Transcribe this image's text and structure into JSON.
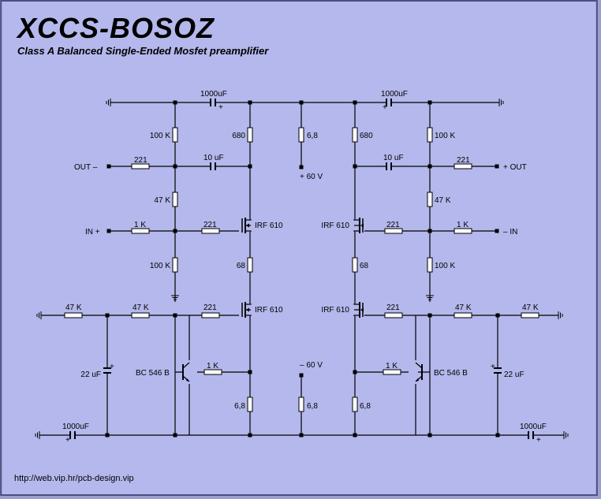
{
  "header": {
    "title": "XCCS-BOSOZ",
    "subtitle": "Class A Balanced Single-Ended Mosfet preamplifier"
  },
  "footer": {
    "url": "http://web.vip.hr/pcb-design.vip"
  },
  "colors": {
    "background": "#b4b8ec",
    "page": "#9a9fd0",
    "wire": "#000000"
  },
  "schematic": {
    "labels": {
      "c_top_left": "1000uF",
      "c_top_right": "1000uF",
      "c_bot_left": "1000uF",
      "c_bot_right": "1000uF",
      "r_100k_tl": "100 K",
      "r_680_l": "680",
      "r_6_8_tc": "6,8",
      "r_680_r": "680",
      "r_100k_tr": "100 K",
      "out_minus": "OUT –",
      "r_221_out_l": "221",
      "c_10u_l": "10 uF",
      "plus_60v": "+ 60 V",
      "c_10u_r": "10 uF",
      "r_221_out_r": "221",
      "out_plus": "+ OUT",
      "r_47k_l": "47 K",
      "r_47k_r": "47 K",
      "in_plus": "IN +",
      "r_1k_in_l": "1 K",
      "r_221_g_l": "221",
      "q_irf610_ul": "IRF 610",
      "q_irf610_ur": "IRF 610",
      "r_221_g_r": "221",
      "r_1k_in_r": "1 K",
      "in_minus": "– IN",
      "r_100k_bl": "100 K",
      "r_68_l": "68",
      "r_68_r": "68",
      "r_100k_br": "100 K",
      "r_47k_bias_l1": "47 K",
      "r_47k_bias_l2": "47 K",
      "r_221_lg_l": "221",
      "q_irf610_ll": "IRF 610",
      "q_irf610_lr": "IRF 610",
      "r_221_lg_r": "221",
      "r_47k_bias_r1": "47 K",
      "r_47k_bias_r2": "47 K",
      "c_22u_l": "22 uF",
      "q_bc546_l": "BC 546 B",
      "r_1k_b_l": "1 K",
      "minus_60v": "– 60 V",
      "r_1k_b_r": "1 K",
      "q_bc546_r": "BC 546 B",
      "c_22u_r": "22 uF",
      "r_6_8_bl": "6,8",
      "r_6_8_bc": "6,8",
      "r_6_8_br": "6,8"
    }
  }
}
